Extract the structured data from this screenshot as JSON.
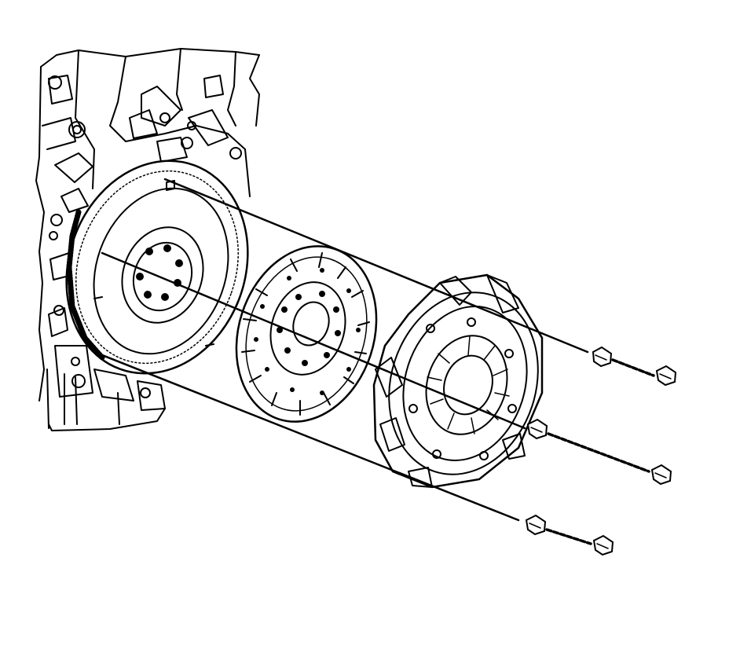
{
  "figure": {
    "line_color": "#000000",
    "background_color": "#ffffff",
    "components": [
      {
        "id": "engine-block",
        "label": ""
      },
      {
        "id": "flywheel",
        "label": ""
      },
      {
        "id": "clutch-disc",
        "label": ""
      },
      {
        "id": "pressure-plate",
        "label": ""
      },
      {
        "id": "bolt",
        "label": "",
        "count": 6
      }
    ]
  }
}
